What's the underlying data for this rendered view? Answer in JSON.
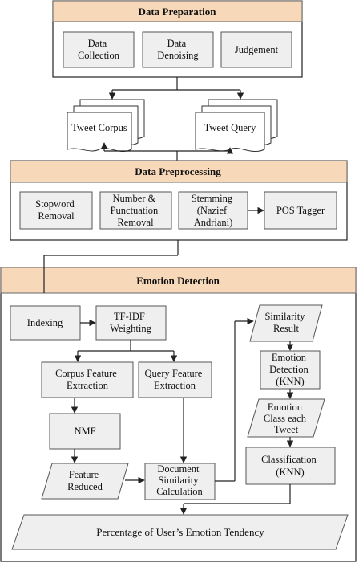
{
  "colors": {
    "header_band": "#f7d8b9",
    "node_fill": "#efefef",
    "border": "#555555"
  },
  "sections": {
    "prep": {
      "title": "Data Preparation",
      "items": [
        [
          "Data",
          "Collection"
        ],
        [
          "Data",
          "Denoising"
        ],
        [
          "Judgement"
        ]
      ]
    },
    "docs": {
      "corpus": "Tweet Corpus",
      "query": "Tweet Query"
    },
    "preproc": {
      "title": "Data Preprocessing",
      "items": [
        [
          "Stopword",
          "Removal"
        ],
        [
          "Number &",
          "Punctuation",
          "Removal"
        ],
        [
          "Stemming",
          "(Nazief",
          "Andriani)"
        ],
        [
          "POS Tagger"
        ]
      ]
    },
    "emotion": {
      "title": "Emotion Detection",
      "indexing": "Indexing",
      "tfidf": [
        "TF-IDF",
        "Weighting"
      ],
      "corpus_feature": [
        "Corpus Feature",
        "Extraction"
      ],
      "query_feature": [
        "Query Feature",
        "Extraction"
      ],
      "nmf": "NMF",
      "feature_reduced": [
        "Feature",
        "Reduced"
      ],
      "doc_similarity": [
        "Document",
        "Similarity",
        "Calculation"
      ],
      "similarity_result": [
        "Similarity",
        "Result"
      ],
      "emotion_detection": [
        "Emotion",
        "Detection",
        "(KNN)"
      ],
      "emotion_class": [
        "Emotion",
        "Class each",
        "Tweet"
      ],
      "classification": [
        "Classification",
        "(KNN)"
      ],
      "percentage": "Percentage of User’s Emotion Tendency"
    }
  }
}
